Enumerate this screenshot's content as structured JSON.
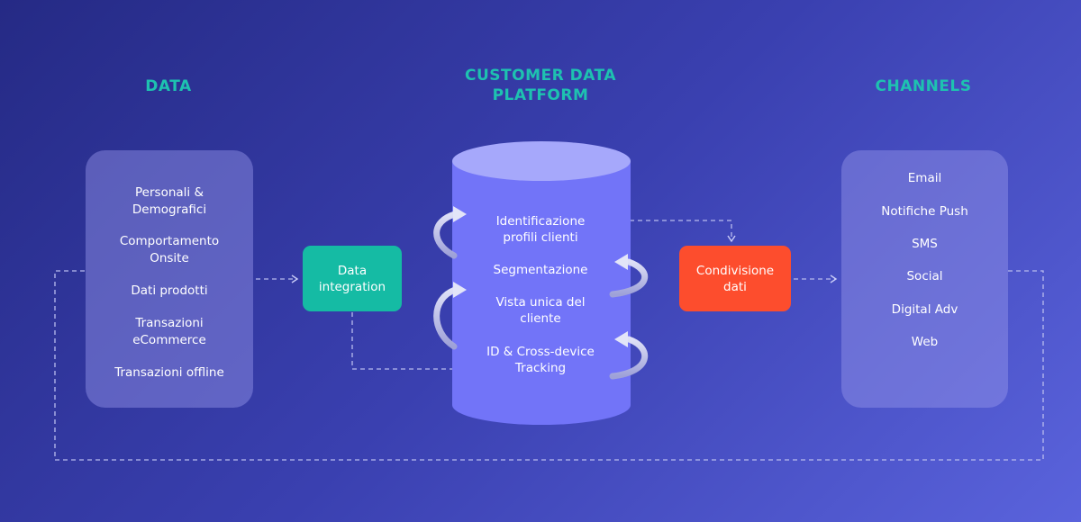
{
  "headings": {
    "data": "DATA",
    "cdp": [
      "CUSTOMER DATA",
      "PLATFORM"
    ],
    "channels": "CHANNELS"
  },
  "data_panel": {
    "items": [
      [
        "Personali &",
        "Demografici"
      ],
      [
        "Comportamento",
        "Onsite"
      ],
      [
        "Dati prodotti"
      ],
      [
        "Transazioni",
        "eCommerce"
      ],
      [
        "Transazioni offline"
      ]
    ]
  },
  "integration_box": [
    "Data",
    "integration"
  ],
  "cdp_items": [
    [
      "Identificazione",
      "profili clienti"
    ],
    [
      "Segmentazione"
    ],
    [
      "Vista unica del",
      "cliente"
    ],
    [
      "ID & Cross-device",
      "Tracking"
    ]
  ],
  "condivisione_box": [
    "Condivisione",
    "dati"
  ],
  "channels_panel": {
    "items": [
      "Email",
      "Notifiche Push",
      "SMS",
      "Social",
      "Digital Adv",
      "Web"
    ]
  },
  "colors": {
    "heading": "#1ec2b0",
    "integration": "#15bba4",
    "condivisione": "#fd4d2d",
    "cylinder_body": "#7274f8",
    "cylinder_top": "#a6a8fb",
    "panel": "rgba(150,150,235,0.45)"
  }
}
